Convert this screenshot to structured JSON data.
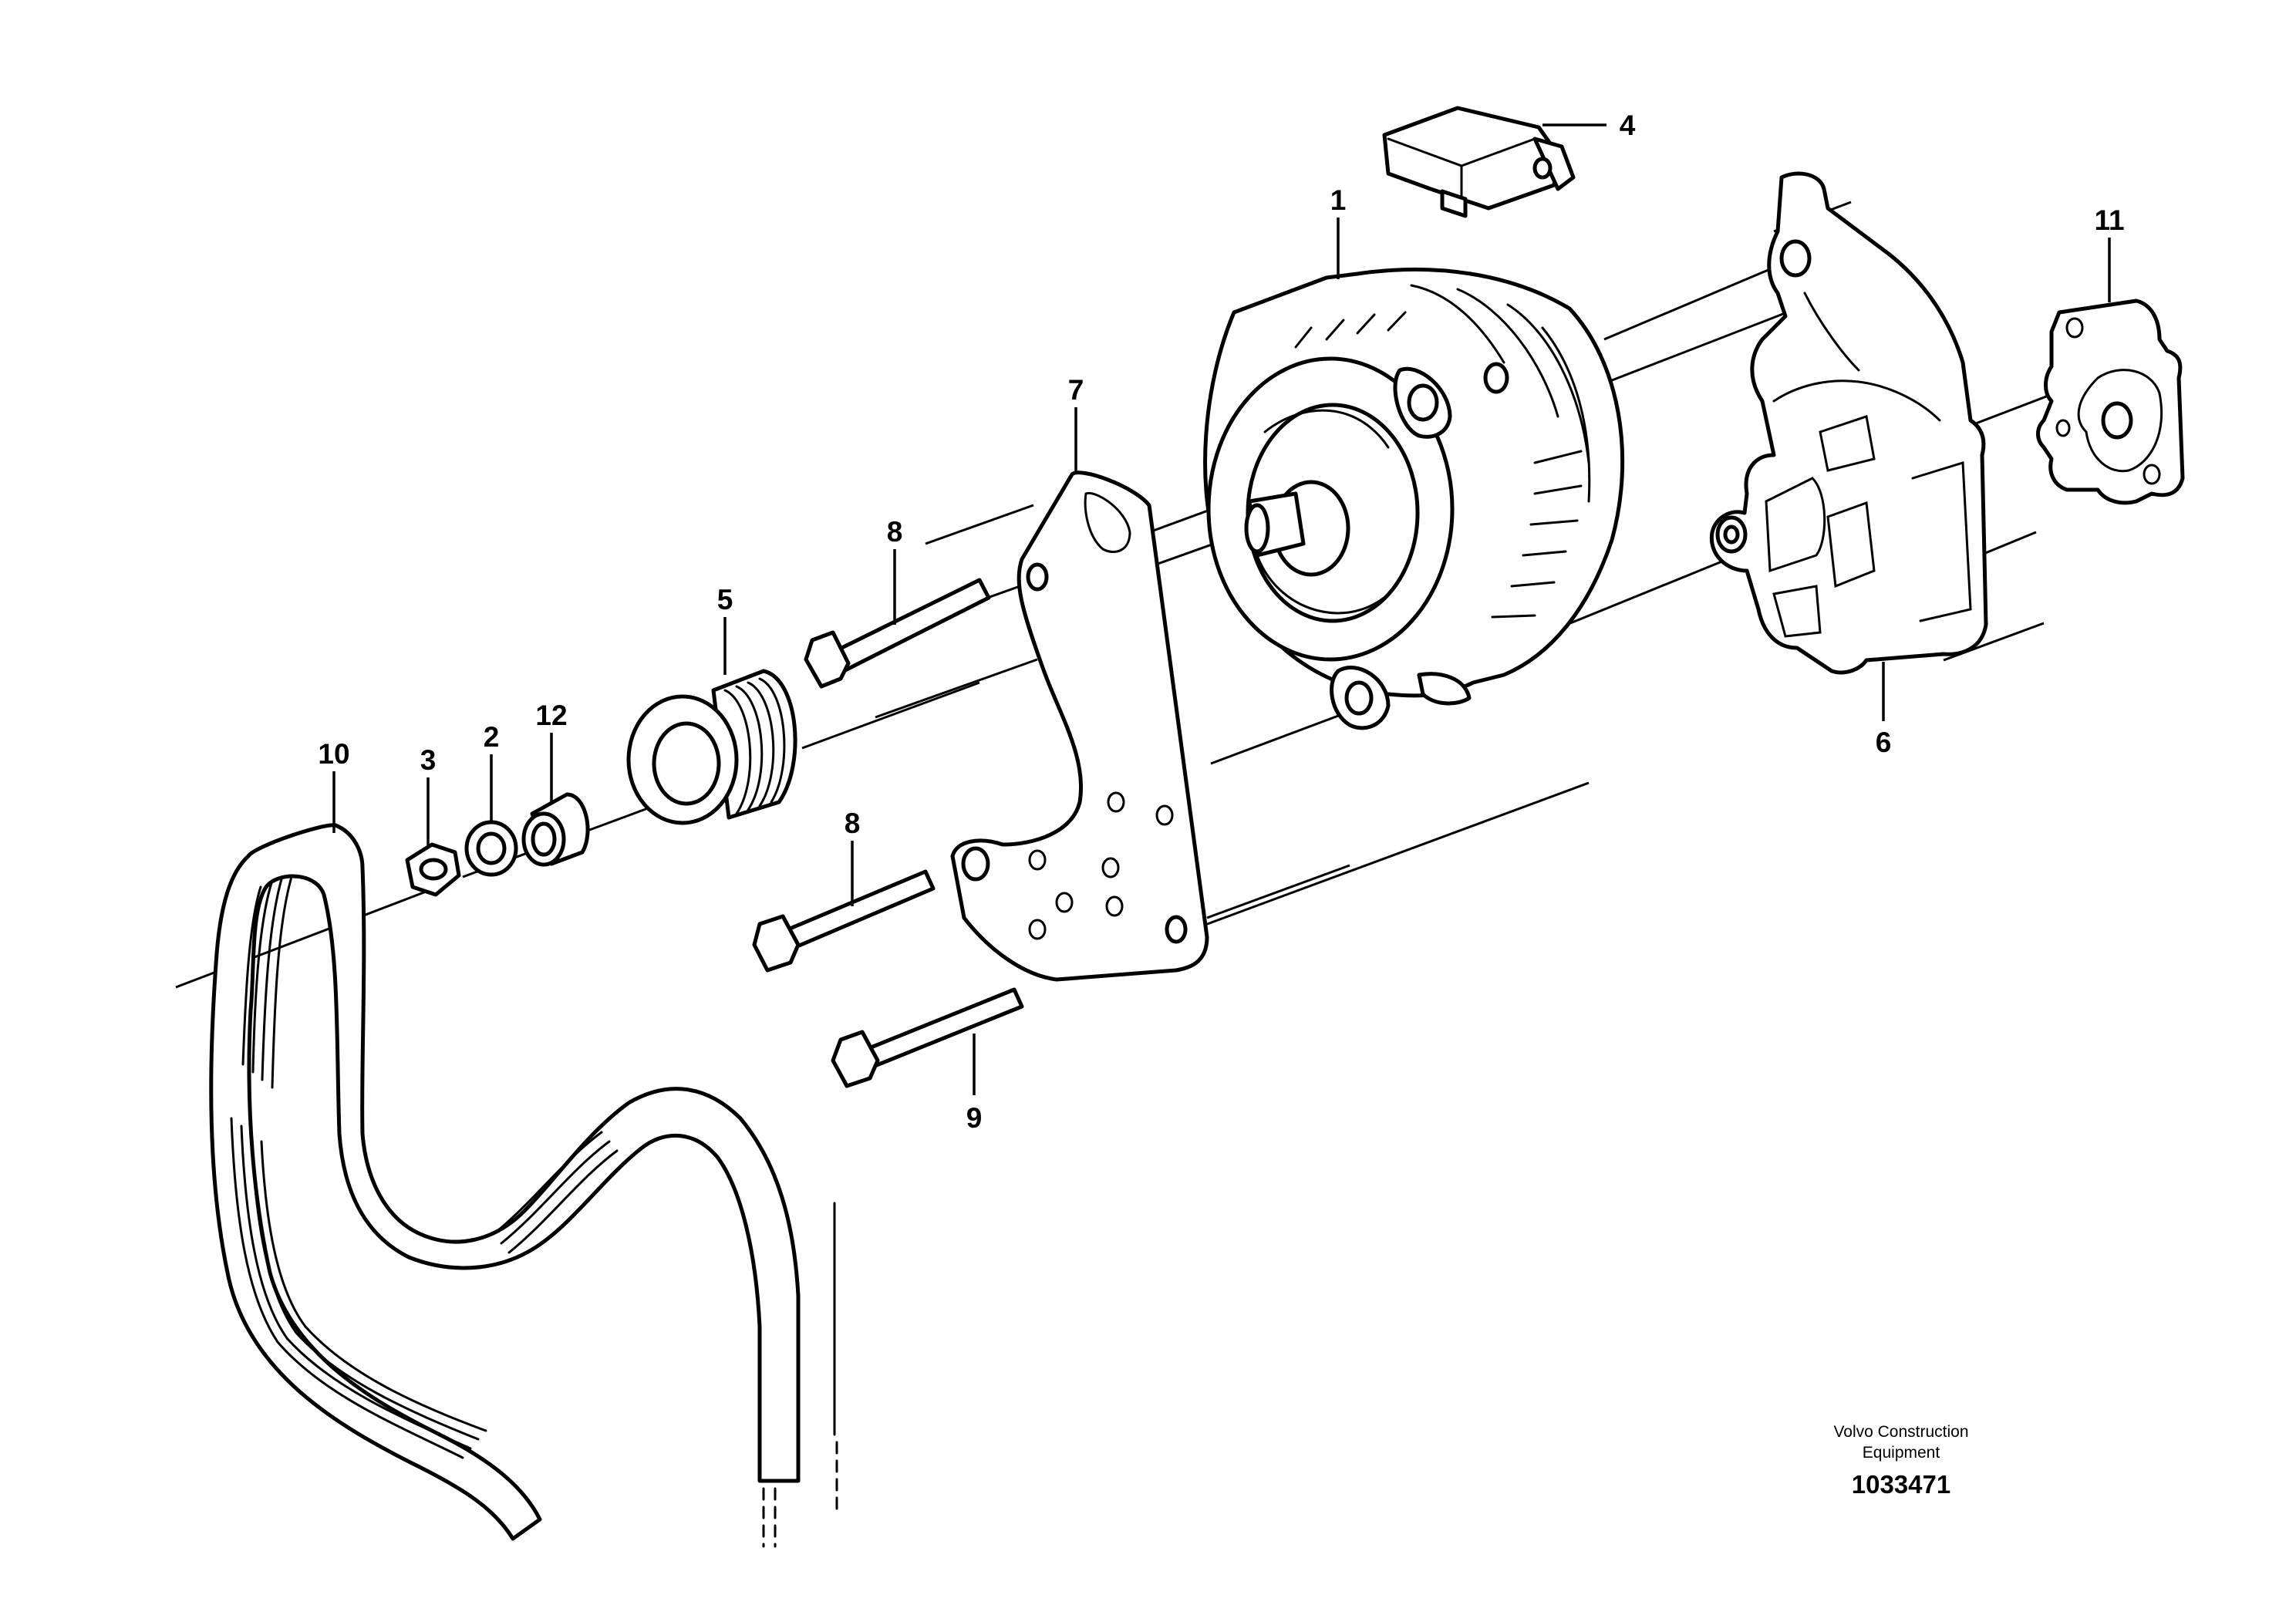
{
  "callouts": [
    {
      "id": "1",
      "text": "1"
    },
    {
      "id": "2",
      "text": "2"
    },
    {
      "id": "3",
      "text": "3"
    },
    {
      "id": "4",
      "text": "4"
    },
    {
      "id": "5",
      "text": "5"
    },
    {
      "id": "6",
      "text": "6"
    },
    {
      "id": "7",
      "text": "7"
    },
    {
      "id": "8a",
      "text": "8"
    },
    {
      "id": "8b",
      "text": "8"
    },
    {
      "id": "9",
      "text": "9"
    },
    {
      "id": "10",
      "text": "10"
    },
    {
      "id": "11",
      "text": "11"
    },
    {
      "id": "12",
      "text": "12"
    }
  ],
  "footer": {
    "brand_line1": "Volvo Construction",
    "brand_line2": "Equipment",
    "drawing_number": "1033471"
  }
}
